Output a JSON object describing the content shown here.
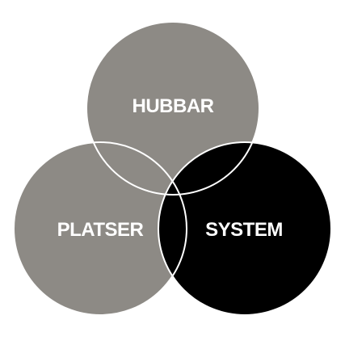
{
  "diagram": {
    "circles": [
      {
        "id": "hubbar",
        "label": "HUBBAR",
        "fill": "#8d8a85"
      },
      {
        "id": "platser",
        "label": "PLATSER",
        "fill": "#8d8a85"
      },
      {
        "id": "system",
        "label": "SYSTEM",
        "fill": "#000000"
      }
    ],
    "outline_color": "#ffffff",
    "background": "#ffffff"
  }
}
